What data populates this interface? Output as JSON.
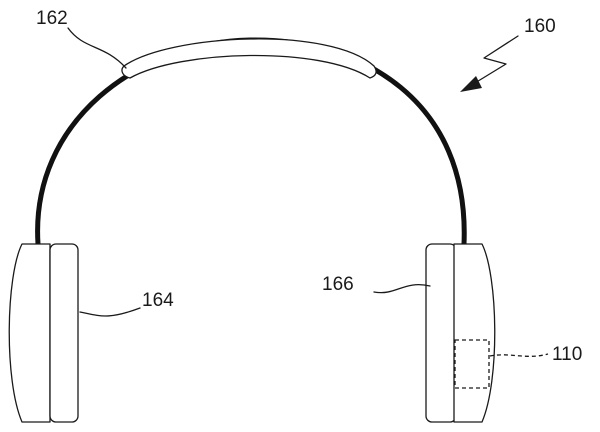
{
  "labels": {
    "figure_ref": "160",
    "headband_cushion": "162",
    "left_earcup": "164",
    "right_earcup": "166",
    "component": "110"
  }
}
